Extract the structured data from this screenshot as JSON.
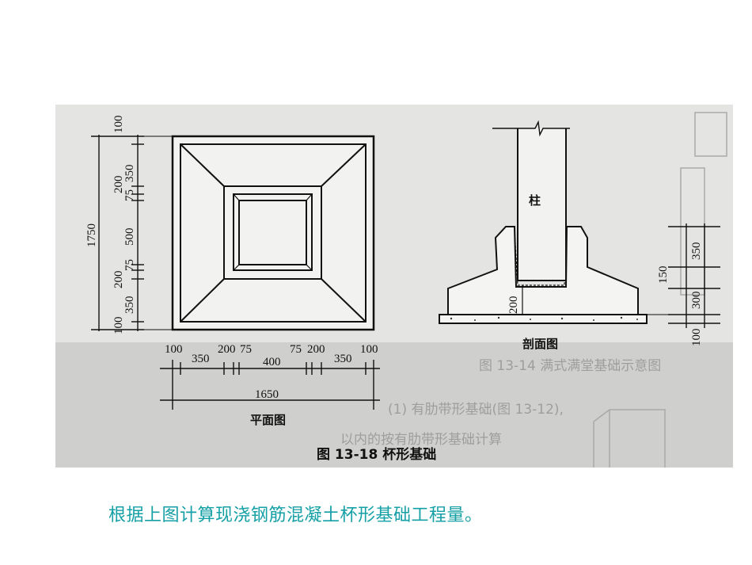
{
  "figure": {
    "title": "图 13-18   杯形基础",
    "plan": {
      "label": "平面图",
      "horizontal_dims": [
        "100",
        "350",
        "200",
        "75",
        "400",
        "75",
        "200",
        "350",
        "100"
      ],
      "total_width": "1650",
      "vertical_dims": [
        "100",
        "350",
        "75",
        "200",
        "500",
        "75",
        "200",
        "350",
        "100"
      ],
      "total_height": "1750"
    },
    "section": {
      "label": "剖面图",
      "column_label": "柱",
      "bottom_gap": "200",
      "right_dims": [
        "350",
        "300",
        "100"
      ],
      "slope_dim": "150"
    }
  },
  "background_text": {
    "fig_ref": "图 13-14  满式满堂基础示意图",
    "line1": "(1) 有肋带形基础(图 13-12),",
    "line2": "以内的按有肋带形基础计算"
  },
  "caption": "根据上图计算现浇钢筋混凝土杯形基础工程量。",
  "colors": {
    "caption": "#15a0a6",
    "scan_bg": "#e4e4e2",
    "ink": "#111111"
  }
}
